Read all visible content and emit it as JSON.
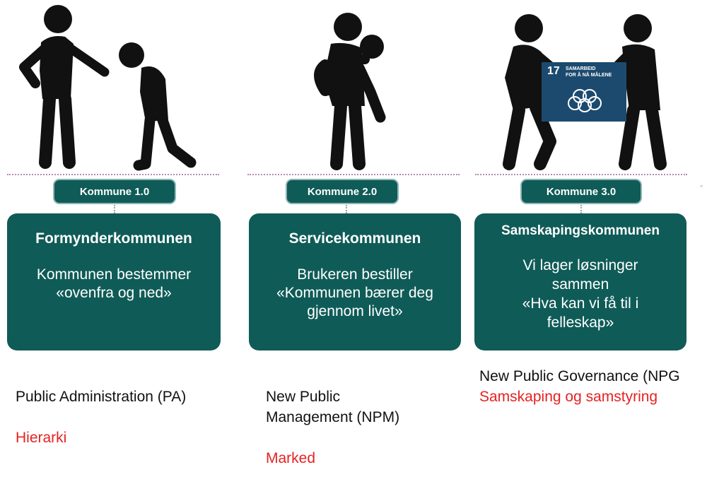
{
  "columns": [
    {
      "pill": "Kommune 1.0",
      "title": "Formynderkommunen",
      "body": "Kommunen bestemmer\n«ovenfra og ned»",
      "caption": "Public Administration (PA)",
      "caption_red": "Hierarki"
    },
    {
      "pill": "Kommune 2.0",
      "title": "Servicekommunen",
      "body": "Brukeren bestiller\n«Kommunen bærer deg\ngjennom livet»",
      "caption": "New Public\nManagement (NPM)",
      "caption_red": "Marked"
    },
    {
      "pill": "Kommune 3.0",
      "title": "Samskapingskommunen",
      "body": "Vi lager løsninger\nsammen\n«Hva kan vi få til i\nfelleskap»",
      "caption": "New Public Governance (NPG",
      "caption_red": "Samskaping og samstyring"
    }
  ],
  "sdg_sign": {
    "number": "17",
    "text_line1": "SAMARBEID",
    "text_line2": "FOR Å NÅ MÅLENE"
  },
  "colors": {
    "teal": "#0f5b57",
    "red": "#e52222",
    "sign_blue": "#1c4a6e"
  }
}
